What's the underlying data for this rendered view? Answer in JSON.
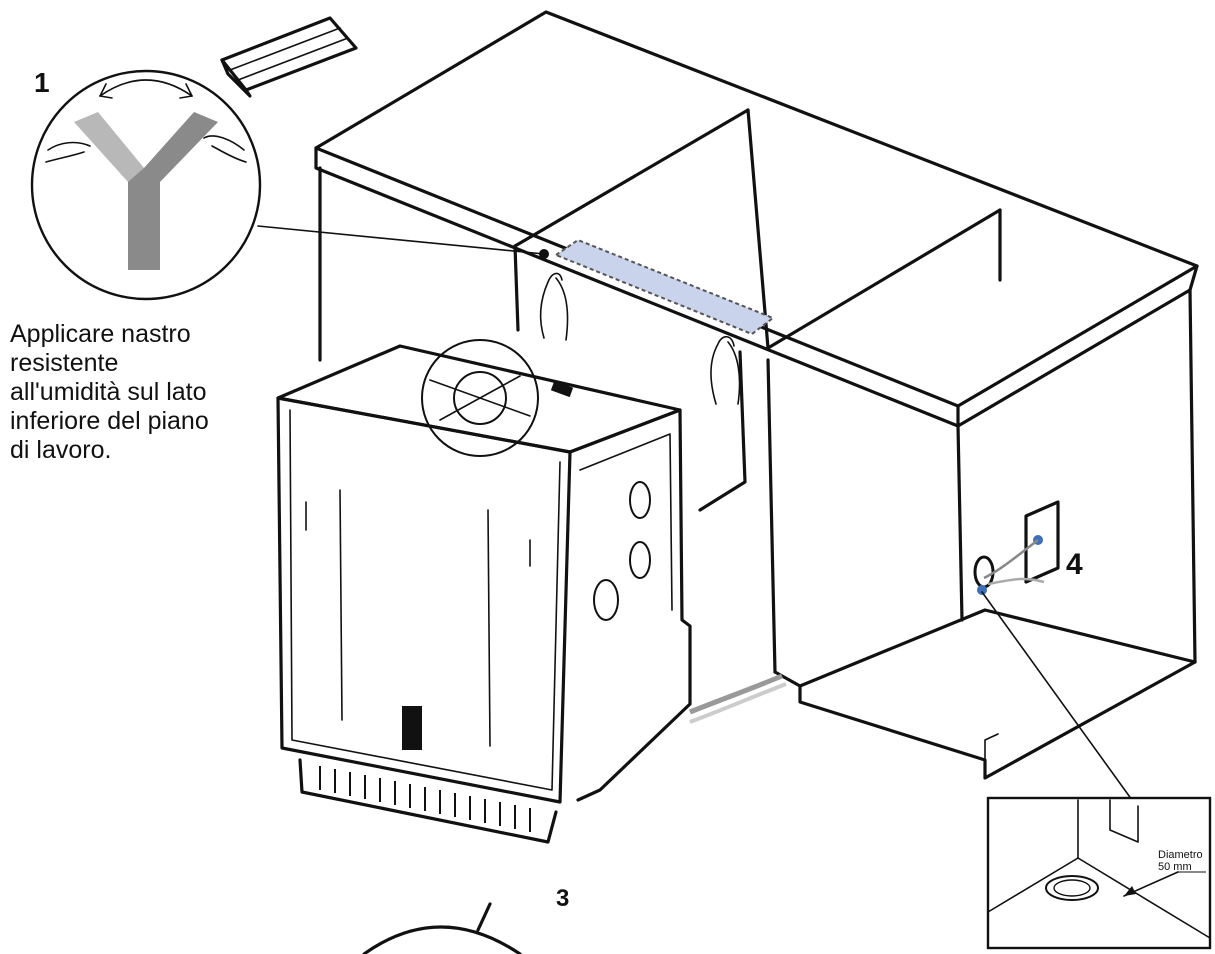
{
  "steps": {
    "step1": "1",
    "step3": "3",
    "step4": "4"
  },
  "caption_lines": [
    "Applicare nastro",
    "resistente",
    "all'umidità sul lato",
    "inferiore del piano",
    "di lavoro."
  ],
  "detail": {
    "label_line1": "Diametro",
    "label_line2": "50 mm"
  },
  "colors": {
    "tape_highlight": "#c9d3ec",
    "tape_grey": "#8a8a8a",
    "tape_light": "#b8b8b8",
    "connector_blue": "#3f6fb8"
  },
  "icons": [
    "hand-icon",
    "curved-double-arrow-icon",
    "tape-roll-icon"
  ]
}
